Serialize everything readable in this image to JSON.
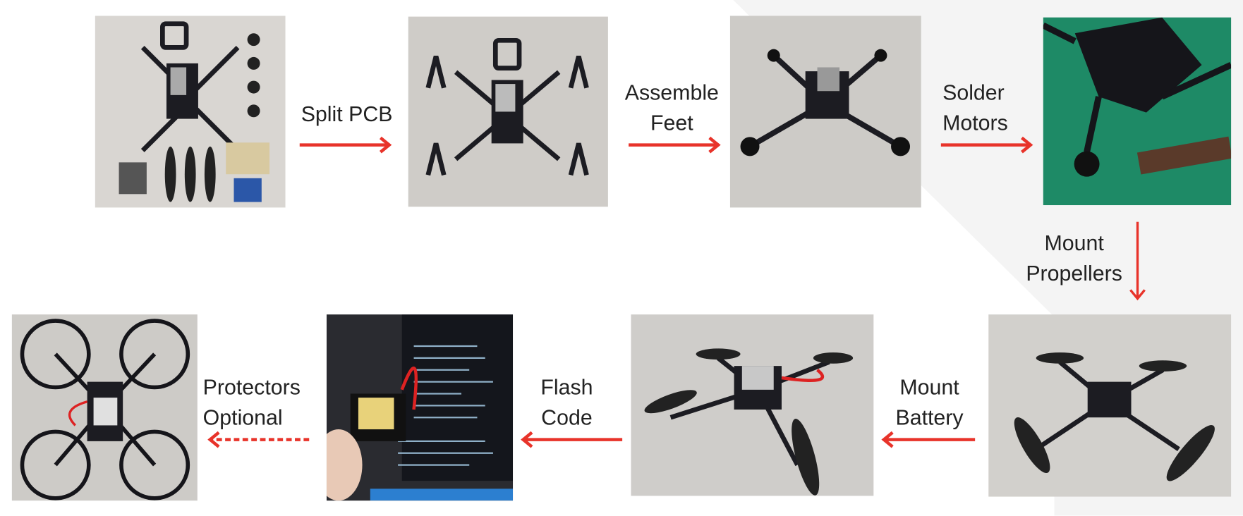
{
  "steps": [
    {
      "label": "Split PCB",
      "line1": "Split PCB",
      "line2": ""
    },
    {
      "label": "Assemble Feet",
      "line1": "Assemble",
      "line2": "Feet"
    },
    {
      "label": "Solder Motors",
      "line1": "Solder",
      "line2": "Motors"
    },
    {
      "label": "Mount Propellers",
      "line1": "Mount",
      "line2": "Propellers"
    },
    {
      "label": "Mount Battery",
      "line1": "Mount",
      "line2": "Battery"
    },
    {
      "label": "Flash Code",
      "line1": "Flash",
      "line2": "Code"
    },
    {
      "label": "Protectors Optional",
      "line1": "Protectors",
      "line2": "Optional"
    }
  ],
  "photos": [
    {
      "name": "kit-parts-photo"
    },
    {
      "name": "split-pcb-photo"
    },
    {
      "name": "feet-assembled-photo"
    },
    {
      "name": "soldering-motors-photo"
    },
    {
      "name": "propellers-mounted-photo"
    },
    {
      "name": "battery-mounted-photo"
    },
    {
      "name": "flashing-code-photo"
    },
    {
      "name": "with-protectors-photo"
    }
  ],
  "colors": {
    "arrow": "#e8332a",
    "background_band": "#f4f4f4",
    "text": "#222222"
  }
}
